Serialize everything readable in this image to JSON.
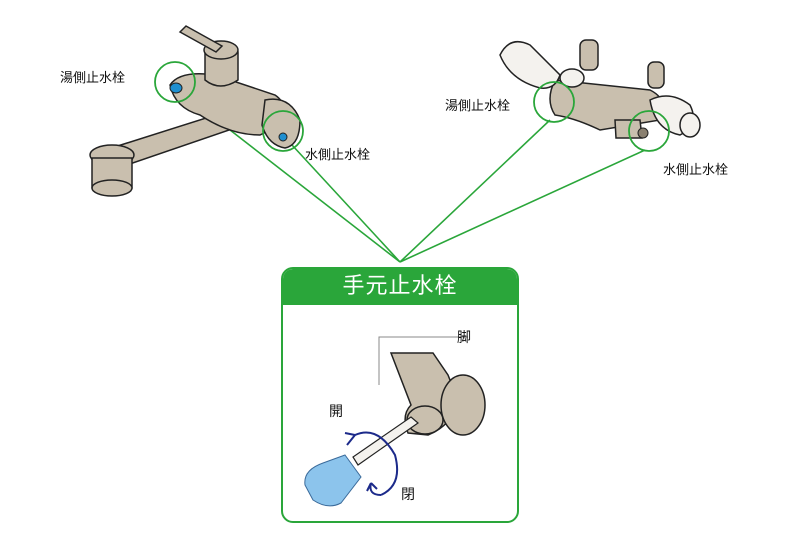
{
  "left_faucet": {
    "hot_label": "湯側止水栓",
    "cold_label": "水側止水栓"
  },
  "right_faucet": {
    "hot_label": "湯側止水栓",
    "cold_label": "水側止水栓"
  },
  "detail_box": {
    "title": "手元止水栓",
    "leg_label": "脚",
    "open_label": "開",
    "close_label": "閉"
  },
  "colors": {
    "accent_green": "#2aa63a",
    "faucet_beige": "#c9bfae",
    "valve_blue": "#1f8fd0",
    "arrow_navy": "#1c2a8a",
    "handle_blue": "#8cc4ec"
  }
}
